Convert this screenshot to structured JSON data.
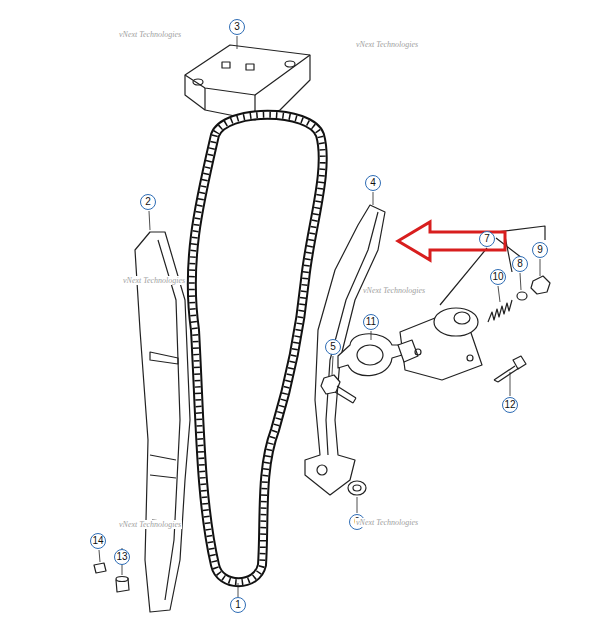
{
  "diagram": {
    "labels": [
      "1",
      "2",
      "3",
      "4",
      "5",
      "6",
      "7",
      "8",
      "9",
      "10",
      "11",
      "12",
      "13",
      "14",
      "vNext Technologies",
      "vNext Technologies",
      "vNext Technologies",
      "vNext Technologies",
      "vNext Technologies",
      "vNext Technologies"
    ]
  }
}
